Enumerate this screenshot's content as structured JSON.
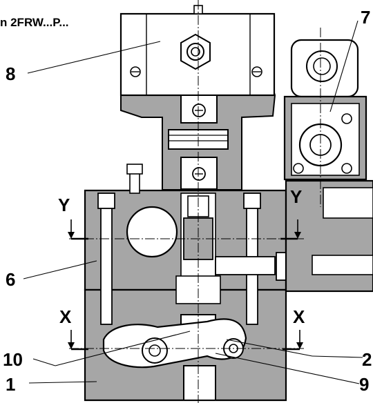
{
  "diagram": {
    "title": "n 2FRW...P...",
    "labels": {
      "part_8": "8",
      "part_7": "7",
      "part_6": "6",
      "part_10": "10",
      "part_1": "1",
      "part_2": "2",
      "part_9": "9"
    },
    "section_marks": {
      "y_left": "Y",
      "y_right": "Y",
      "x_left": "X",
      "x_right": "X"
    },
    "colors": {
      "body": "#a6a6a6",
      "light": "#ffffff",
      "line": "#000000"
    }
  }
}
